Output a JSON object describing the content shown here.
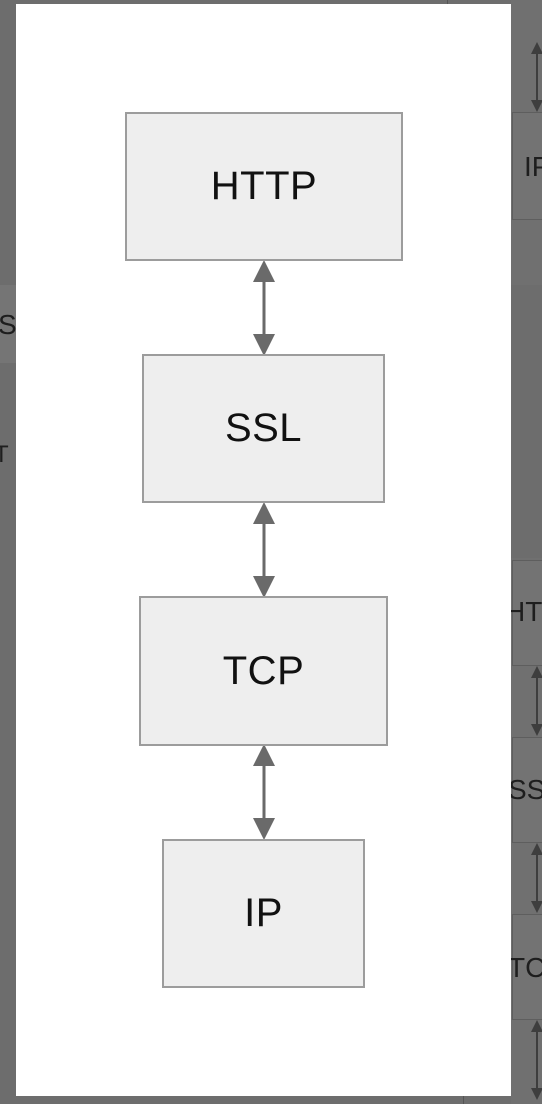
{
  "diagram": {
    "type": "protocol-stack",
    "nodes": [
      {
        "id": "http",
        "label": "HTTP"
      },
      {
        "id": "ssl",
        "label": "SSL"
      },
      {
        "id": "tcp",
        "label": "TCP"
      },
      {
        "id": "ip",
        "label": "IP"
      }
    ],
    "edges": [
      {
        "from": "http",
        "to": "ssl",
        "direction": "bidirectional"
      },
      {
        "from": "ssl",
        "to": "tcp",
        "direction": "bidirectional"
      },
      {
        "from": "tcp",
        "to": "ip",
        "direction": "bidirectional"
      }
    ]
  },
  "background": {
    "right_column_labels": [
      "IP",
      "HTT",
      "SS",
      "TC"
    ],
    "left_column_labels": [
      "S",
      "T"
    ]
  },
  "colors": {
    "overlay": "#6b6b6b",
    "panel": "#ffffff",
    "node_fill": "#eeeeee",
    "node_border": "#9c9c9c",
    "arrow": "#6a6a6a",
    "text": "#111111"
  }
}
